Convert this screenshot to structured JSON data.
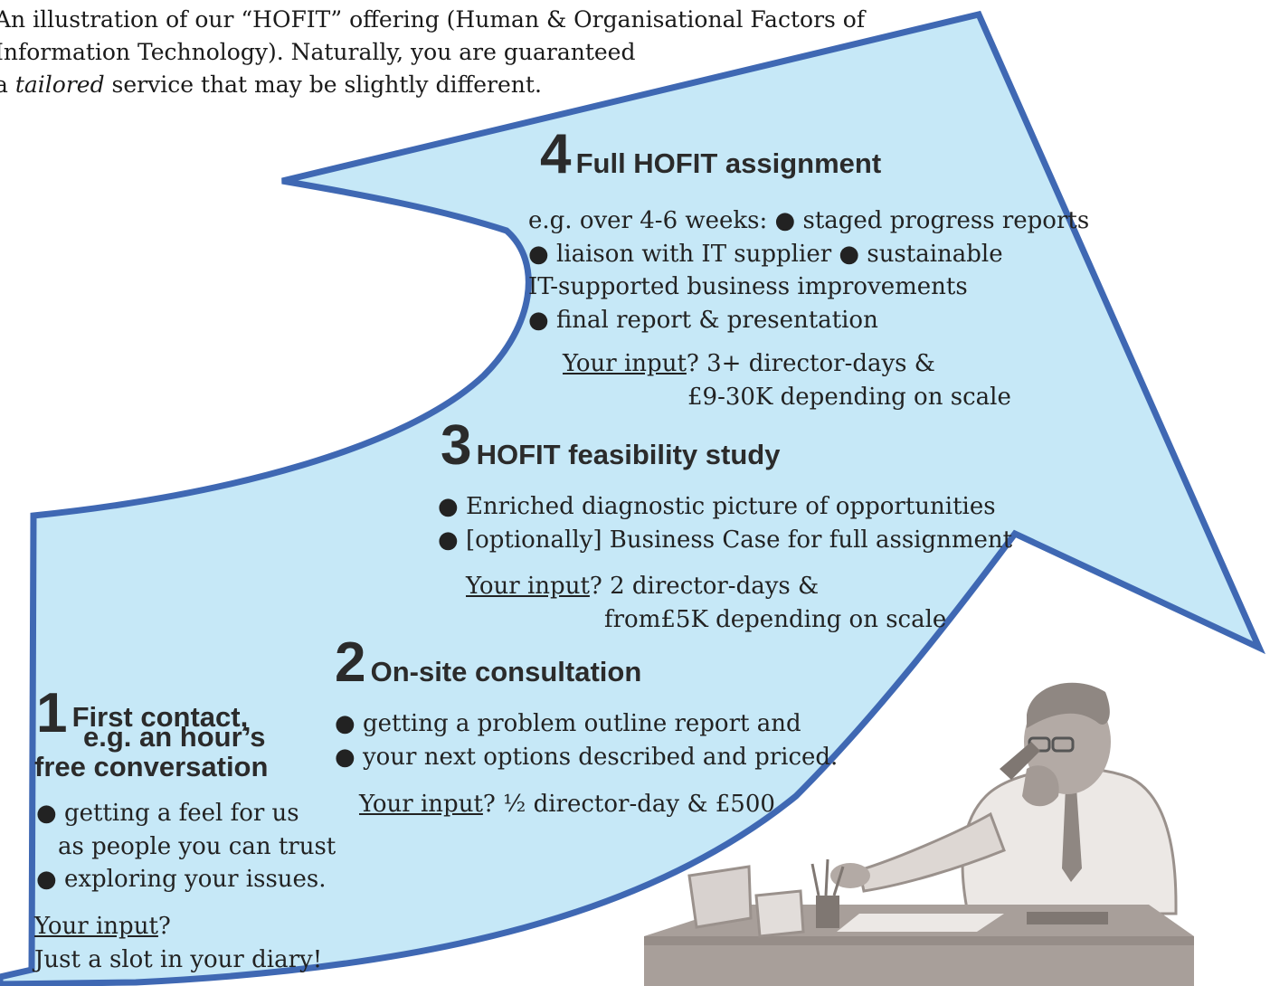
{
  "intro": {
    "line1": "An illustration of our “HOFIT” offering (Human & Organisational Factors of",
    "line2": "Information Technology).  Naturally, you are guaranteed",
    "line3_pre": "a ",
    "line3_em": "tailored",
    "line3_post": " service that may be slightly different."
  },
  "steps": [
    {
      "number": "1",
      "title_lines": [
        "First contact,",
        "e.g. an hour’s",
        "free conversation"
      ],
      "bullets": [
        "● getting a feel for us",
        "as people you can trust",
        "● exploring your issues."
      ],
      "input_label": "Your input",
      "input_text": [
        "?",
        "Just a slot in your diary!"
      ]
    },
    {
      "number": "2",
      "title": "On-site consultation",
      "bullets": [
        "● getting a problem outline report and",
        "● your next options described and priced."
      ],
      "input_label": "Your input",
      "input_text": [
        "? ½ director-day & £500"
      ]
    },
    {
      "number": "3",
      "title": "HOFIT feasibility study",
      "bullets": [
        "● Enriched diagnostic picture of opportunities",
        "● [optionally] Business Case for full assignment"
      ],
      "input_label": "Your input",
      "input_text": [
        "? 2 director-days &",
        "from£5K depending on scale"
      ]
    },
    {
      "number": "4",
      "title": "Full HOFIT assignment",
      "bullets": [
        "e.g. over 4-6 weeks: ● staged progress reports",
        "● liaison with IT supplier ● sustainable",
        "IT-supported business improvements",
        "● final report & presentation"
      ],
      "input_label": "Your input",
      "input_text": [
        "? 3+ director-days &",
        "£9-30K depending on scale"
      ]
    }
  ],
  "colors": {
    "arrow_fill": "#c6e8f7",
    "arrow_stroke": "#3f68b3",
    "desk": "#a89f9a"
  },
  "illustration": "businessman-on-phone-at-desk-clipart"
}
